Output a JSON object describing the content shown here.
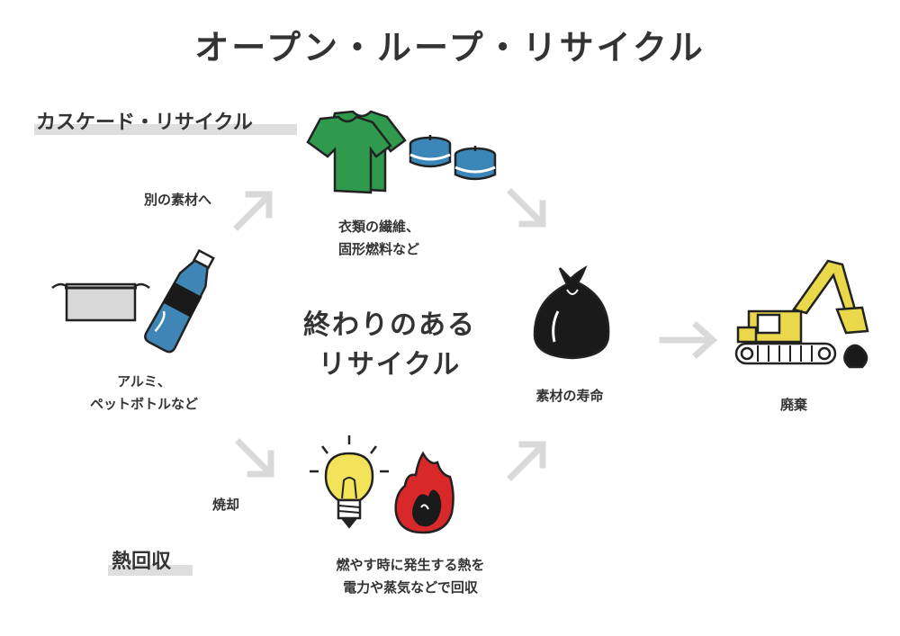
{
  "title": "オープン・ループ・リサイクル",
  "cascade": {
    "label": "カスケード・リサイクル",
    "arrow_label": "別の素材へ"
  },
  "heat_recovery": {
    "label": "熱回収",
    "arrow_label": "焼却"
  },
  "items": {
    "recyclables": {
      "line1": "アルミ、",
      "line2": "ペットボトルなど"
    },
    "textiles": {
      "line1": "衣類の繊維、",
      "line2": "固形燃料など"
    },
    "energy": {
      "line1": "燃やす時に発生する熱を",
      "line2": "電力や蒸気などで回収"
    },
    "end_of_life": {
      "label": "素材の寿命"
    },
    "disposal": {
      "label": "廃棄"
    }
  },
  "center": {
    "line1": "終わりのある",
    "line2": "リサイクル"
  },
  "colors": {
    "text": "#333333",
    "arrow": "#d9d9d9",
    "label_highlight": "#dedede",
    "shirt_green": "#2f9a4e",
    "fuel_blue": "#3a86b8",
    "bottle_blue": "#3f86b6",
    "bulb_yellow": "#f2e35a",
    "fire_red": "#d8282a",
    "excavator_yellow": "#e8d84a"
  },
  "icons": [
    "pot-icon",
    "pet-bottle-icon",
    "tshirt-icon",
    "solid-fuel-icon",
    "garbage-bag-icon",
    "excavator-icon",
    "light-bulb-icon",
    "fire-icon",
    "arrow-icon"
  ]
}
